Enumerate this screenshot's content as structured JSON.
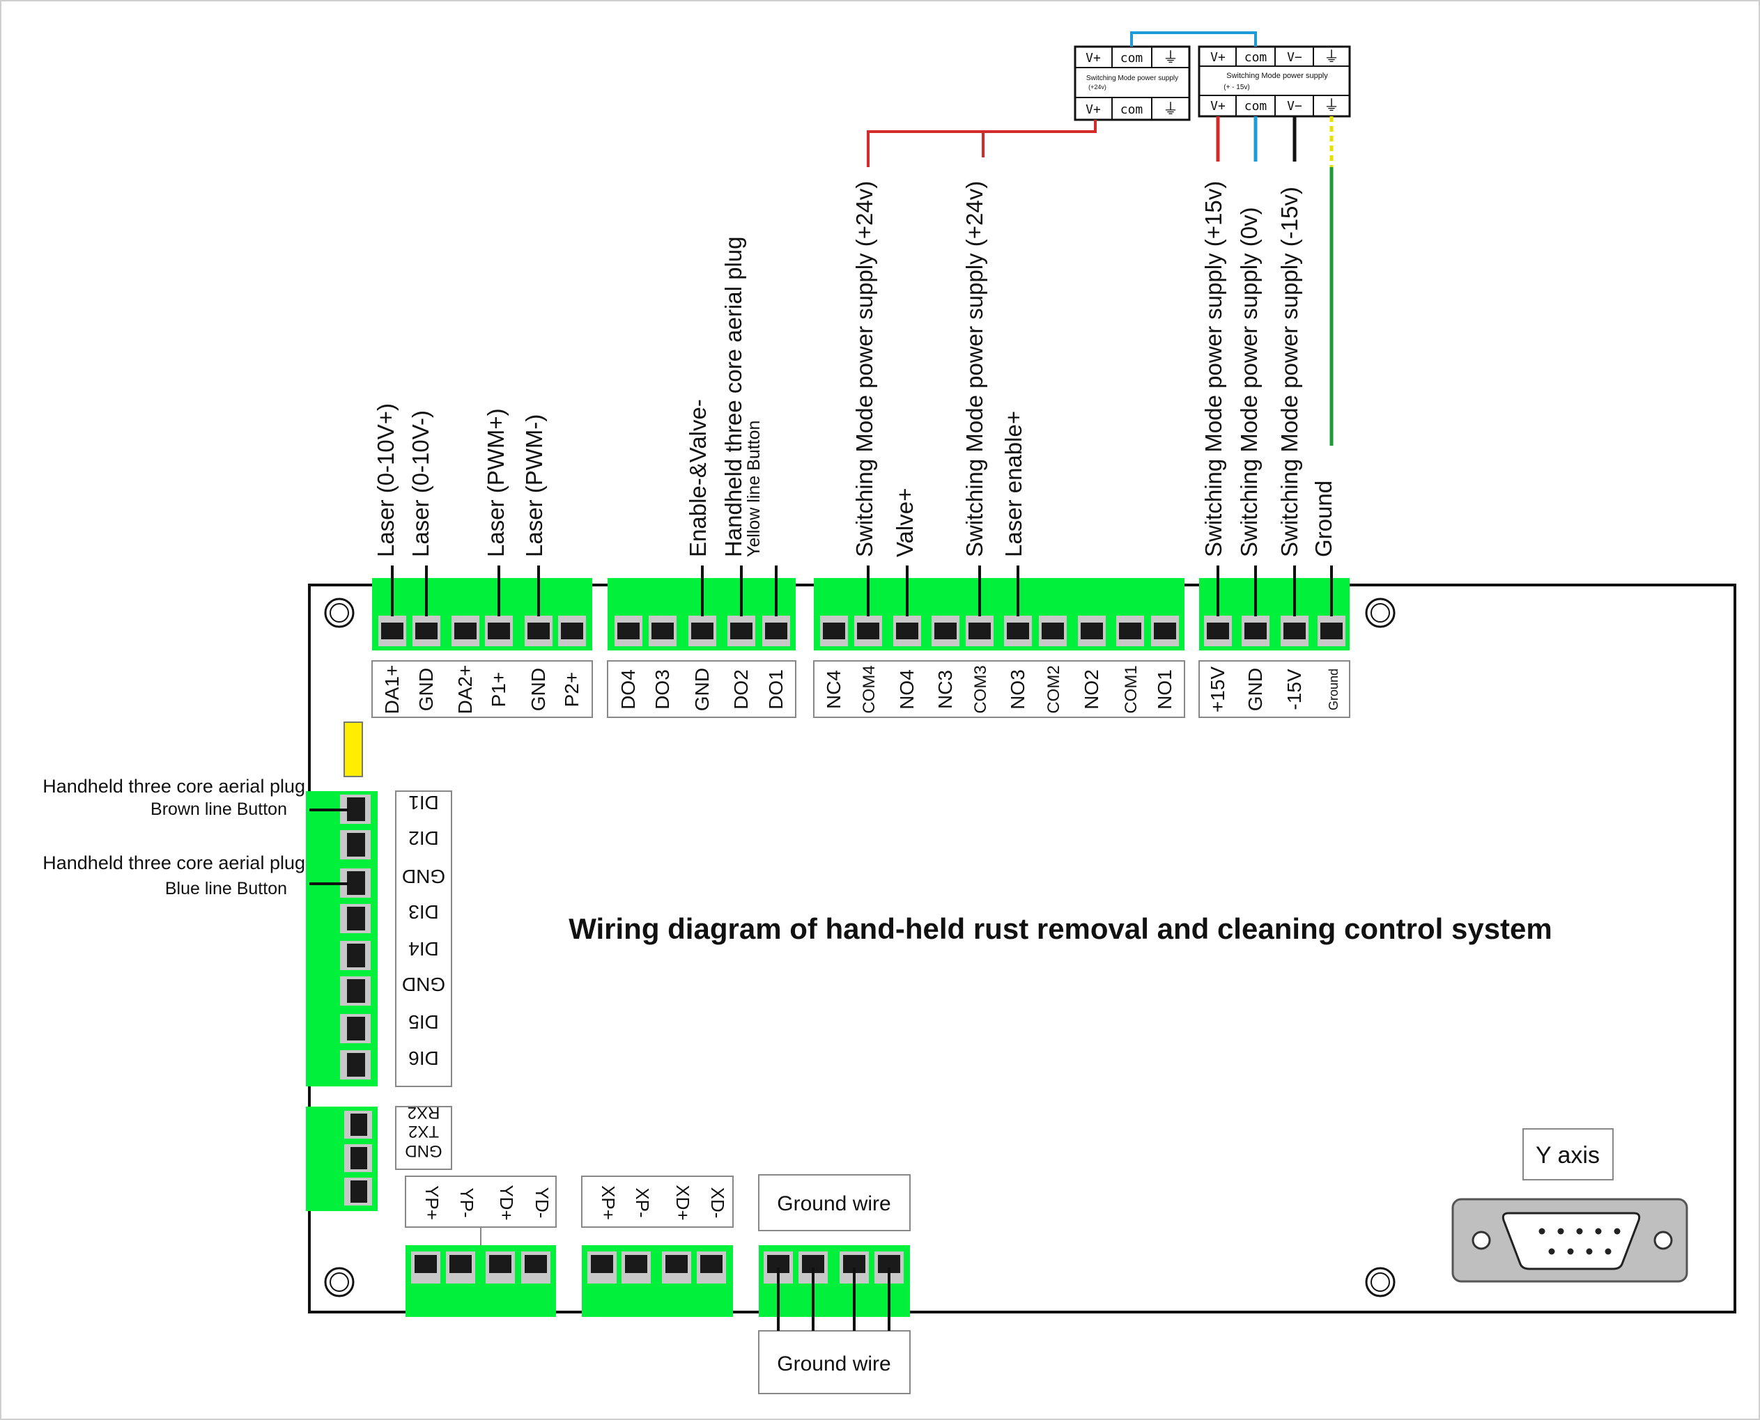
{
  "title": "Wiring diagram of hand-held rust removal and cleaning control system",
  "colors": {
    "terminal_green": "#00f03c",
    "wire_red": "#d42a2a",
    "wire_blue": "#1d9bd7",
    "wire_black": "#111111",
    "wire_green": "#1c9a3a",
    "wire_yellow": "#e8e000",
    "indicator_yellow": "#ffee00",
    "connector_gray": "#bfbfbf"
  },
  "psu_24v": {
    "top_terminals": [
      "V+",
      "com",
      "⏚"
    ],
    "bottom_terminals": [
      "V+",
      "com",
      "⏚"
    ],
    "name": "Switching Mode power supply",
    "rating": "(+24v)"
  },
  "psu_15v": {
    "top_terminals": [
      "V+",
      "com",
      "V−",
      "⏚"
    ],
    "bottom_terminals": [
      "V+",
      "com",
      "V−",
      "⏚"
    ],
    "name": "Switching Mode power supply",
    "rating": "(+ - 15v)"
  },
  "top_connectors": [
    {
      "pins": [
        "DA1+",
        "GND",
        "DA2+",
        "P1+",
        "GND",
        "P2+"
      ],
      "wires": [
        {
          "pin": 0,
          "label": "Laser  (0-10V+)"
        },
        {
          "pin": 1,
          "label": "Laser  (0-10V-)"
        },
        {
          "pin": 3,
          "label": "Laser (PWM+)"
        },
        {
          "pin": 4,
          "label": "Laser (PWM-)"
        }
      ]
    },
    {
      "pins": [
        "DO4",
        "DO3",
        "GND",
        "DO2",
        "DO1"
      ],
      "wires": [
        {
          "pin": 2,
          "label": "Enable-&Valve-"
        },
        {
          "pin": 3,
          "label": "Handheld three core aerial plug",
          "sublabel": "Yellow line Button"
        },
        {
          "pin": 4,
          "label": ""
        }
      ]
    },
    {
      "pins": [
        "NC4",
        "COM4",
        "NO4",
        "NC3",
        "COM3",
        "NO3",
        "COM2",
        "NO2",
        "COM1",
        "NO1"
      ],
      "wires": [
        {
          "pin": 1,
          "label": "Switching Mode power supply  (+24v)"
        },
        {
          "pin": 2,
          "label": "Valve+"
        },
        {
          "pin": 4,
          "label": "Switching Mode power supply  (+24v)"
        },
        {
          "pin": 5,
          "label": "Laser enable+"
        }
      ]
    },
    {
      "pins": [
        "+15V",
        "GND",
        "-15V",
        "Ground"
      ],
      "wires": [
        {
          "pin": 0,
          "label": "Switching Mode power supply  (+15v)"
        },
        {
          "pin": 1,
          "label": "Switching Mode power supply  (0v)"
        },
        {
          "pin": 2,
          "label": "Switching Mode power supply  (-15v)"
        },
        {
          "pin": 3,
          "label": "Ground"
        }
      ]
    }
  ],
  "left_connector": {
    "pins": [
      "DI1",
      "DI2",
      "GND",
      "DI3",
      "DI4",
      "GND",
      "DI5",
      "DI6"
    ],
    "annotations": [
      {
        "pin": 0,
        "title": "Handheld three core aerial plug",
        "sub": "Brown line Button"
      },
      {
        "pin": 2,
        "title": "Handheld three core aerial plug",
        "sub": "Blue line Button"
      }
    ]
  },
  "serial_connector": {
    "pins": [
      "RX2",
      "TX2",
      "GND"
    ]
  },
  "bottom_connectors": [
    {
      "pins": [
        "YP+",
        "YP-",
        "YD+",
        "YD-"
      ]
    },
    {
      "pins": [
        "XP+",
        "XP-",
        "XD+",
        "XD-"
      ]
    },
    {
      "pins": [],
      "label_top": "Ground wire",
      "label_bottom": "Ground wire"
    }
  ],
  "y_axis": {
    "label": "Y  axis"
  }
}
